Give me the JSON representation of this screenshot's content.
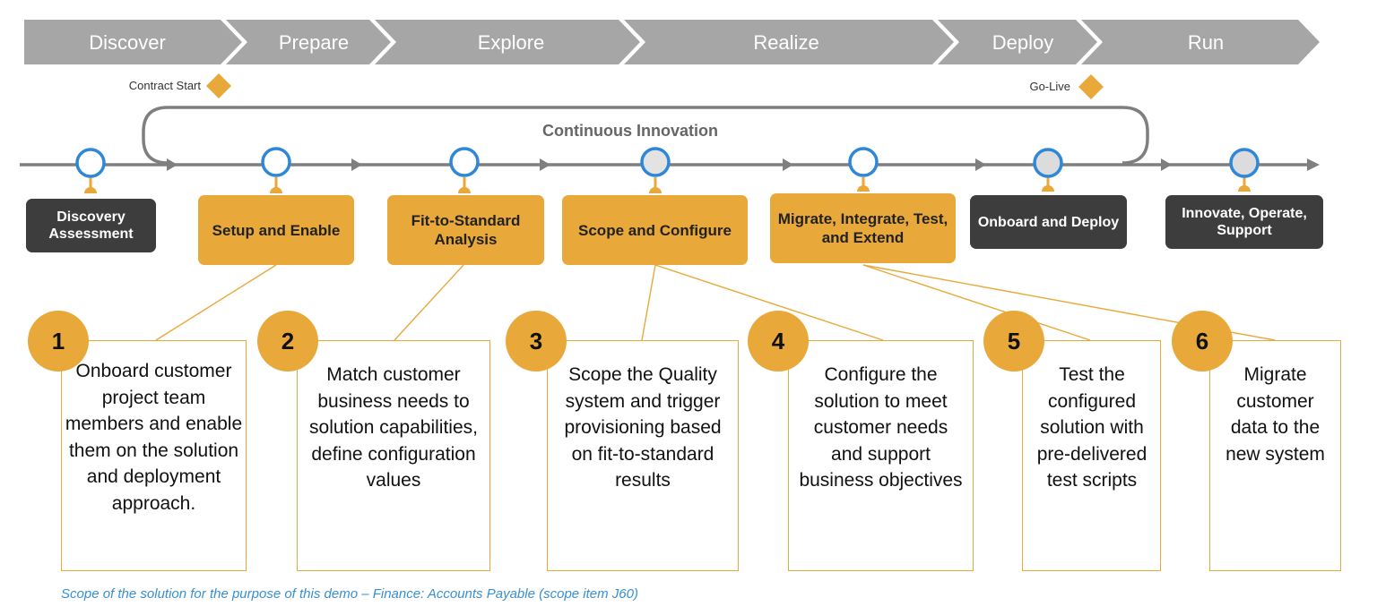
{
  "phases": [
    "Discover",
    "Prepare",
    "Explore",
    "Realize",
    "Deploy",
    "Run"
  ],
  "milestones": {
    "contract_start": "Contract Start",
    "go_live": "Go-Live"
  },
  "loop_title": "Continuous Innovation",
  "steps": [
    {
      "label": "Discovery Assessment",
      "style": "dark"
    },
    {
      "label": "Setup and Enable",
      "style": "gold"
    },
    {
      "label": "Fit-to-Standard Analysis",
      "style": "gold"
    },
    {
      "label": "Scope and Configure",
      "style": "gold"
    },
    {
      "label": "Migrate, Integrate, Test, and Extend",
      "style": "gold"
    },
    {
      "label": "Onboard and Deploy",
      "style": "dark"
    },
    {
      "label": "Innovate, Operate, Support",
      "style": "dark"
    }
  ],
  "tasks": [
    {
      "number": "1",
      "text": "Onboard customer project team members and enable them on the solution and deployment approach."
    },
    {
      "number": "2",
      "text": "Match customer business needs to solution capabilities, define configuration values"
    },
    {
      "number": "3",
      "text": "Scope the Quality system and trigger provisioning based on fit-to-standard results"
    },
    {
      "number": "4",
      "text": "Configure the solution to meet customer needs and support business objectives"
    },
    {
      "number": "5",
      "text": "Test the configured solution with pre-delivered test scripts"
    },
    {
      "number": "6",
      "text": "Migrate customer data to the new system"
    }
  ],
  "footnote": "Scope of the solution for the purpose of this demo – Finance: Accounts Payable (scope item J60)",
  "colors": {
    "phase_bar": "#a6a6a6",
    "gold": "#e8a93a",
    "dark_box": "#3d3d3d",
    "line": "#7f7f7f",
    "node_ring": "#2f87d8",
    "footnote": "#3a8fd1"
  }
}
